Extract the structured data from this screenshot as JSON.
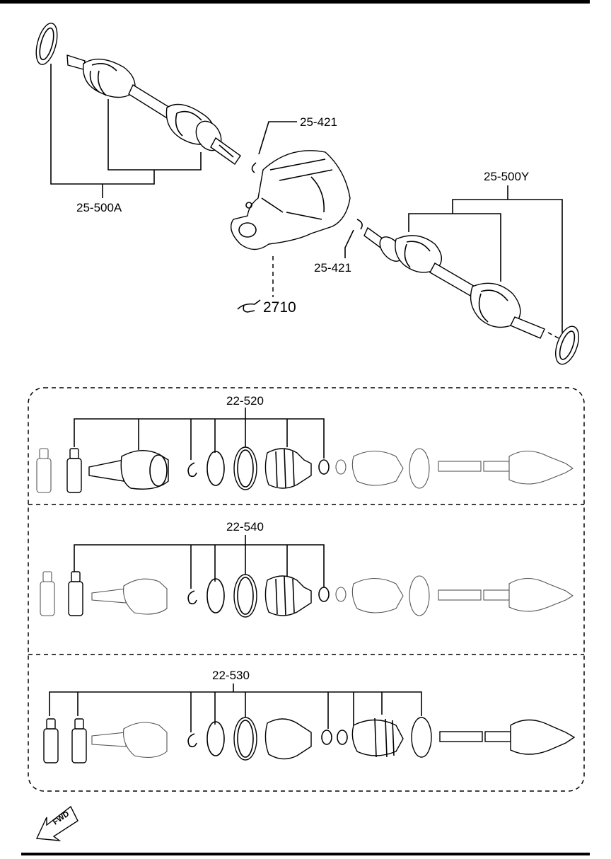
{
  "callouts": {
    "top_left_shaft": "25-500A",
    "top_right_shaft": "25-500Y",
    "clip_upper": "25-421",
    "clip_lower": "25-421",
    "differential_ref": "2710"
  },
  "kits": {
    "kit1": "22-520",
    "kit2": "22-540",
    "kit3": "22-530"
  },
  "fwd": "FWD",
  "icons": {
    "ref_pointer": "pointing-hand-icon",
    "fwd_arrow": "fwd-arrow-icon"
  }
}
